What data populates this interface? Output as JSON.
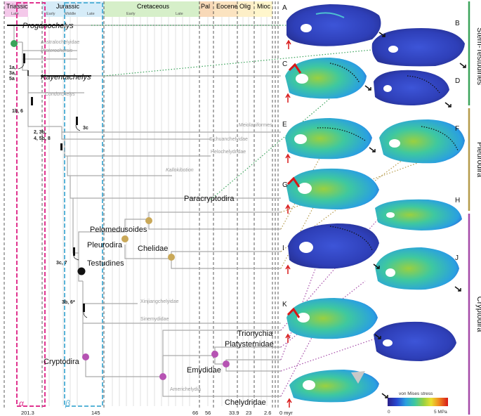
{
  "periods": {
    "triassic": "Triassic",
    "jurassic": "Jurassic",
    "cretaceous": "Cretaceous",
    "pal": "Pal",
    "eocene": "Eocene",
    "olig": "Olig",
    "mioc": "Mioc"
  },
  "epochs": {
    "tri_late": "Late",
    "jur_early": "Early",
    "jur_middle": "Middle",
    "jur_late": "Late",
    "cre_early": "Early",
    "cre_late": "Late"
  },
  "taxa": {
    "proganochelys": "Proganochelys",
    "australochelyidae": "Australochelyidae",
    "proterochersis": "Proterochersis",
    "kayentachelys": "Kayentachelys",
    "condorchelys": "Condorchelys",
    "meiolaniformes": "Meiolaniformes",
    "sichuanchelyidae": "Sichuanchelyidae",
    "helochelydridae": "Helochelydridae",
    "kallokibotion": "Kallokibotion",
    "paracryptodira": "Paracryptodira",
    "pelomedusoides": "Pelomedusoides",
    "pleurodira": "Pleurodira",
    "chelidae": "Chelidae",
    "testudines": "Testudines",
    "xinjiangchelyidae": "Xinjiangchelyidae",
    "sinemydidae": "Sinemydidae",
    "trionychia": "Trionychia",
    "platysternidae": "Platysternidae",
    "cryptodira": "Cryptodira",
    "emydidae": "Emydidae",
    "americhelydia": "Americhelydia",
    "chelydridae": "Chelydridae"
  },
  "nodes": {
    "n1": [
      "1a,",
      "3a,",
      "5a"
    ],
    "n2": "1b, 6",
    "n3": [
      "2, 3b,",
      "4, 5b, 8"
    ],
    "n4": "3c",
    "n5": "3c, 7",
    "n6": "3b, 6*"
  },
  "windows": {
    "alpha": "α",
    "beta": "β"
  },
  "axis": [
    "201.3",
    "145",
    "66",
    "56",
    "33.9",
    "23",
    "2.6",
    "0 myr"
  ],
  "panels": [
    "A",
    "B",
    "C",
    "D",
    "E",
    "F",
    "G",
    "H",
    "I",
    "J",
    "K"
  ],
  "groups": {
    "stem": "Stem-Testudines",
    "pleuro": "Pleurodira",
    "crypto": "Cryptodira"
  },
  "legend": {
    "title": "von Mises stress",
    "min": "0",
    "max": "5 MPa"
  },
  "colors": {
    "alpha": "#e0338f",
    "beta": "#5ab4d8",
    "stem": "#3aa35a",
    "pleuro": "#b59a4a",
    "crypto": "#a54aa8",
    "gray": "#aaaaaa"
  }
}
